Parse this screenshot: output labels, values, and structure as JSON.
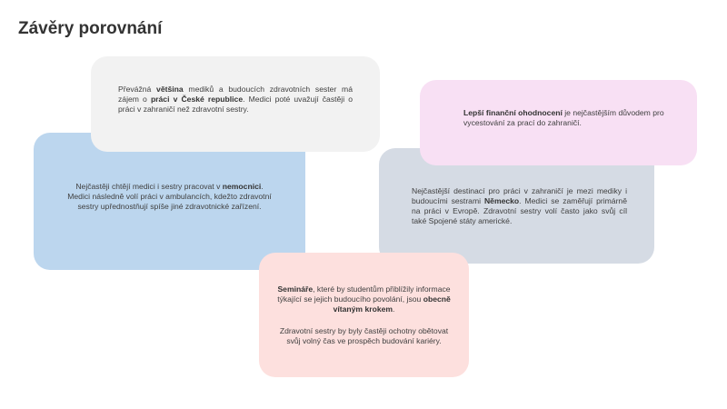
{
  "slide": {
    "title": "Závěry porovnání"
  },
  "cards": {
    "gray": {
      "t1": "Převážná ",
      "b1": "většina",
      "t2": " mediků a budoucích zdravotních sester má zájem o ",
      "b2": "práci v České republice",
      "t3": ". Medici poté uvažují častěji o práci v zahraničí než zdravotní sestry."
    },
    "blue": {
      "t1": "Nejčastěji chtějí medici i sestry pracovat v ",
      "b1": "nemocnici",
      "t2": ". Medici následně volí práci v ambulancích, kdežto zdravotní sestry upřednostňují spíše jiné zdravotnické zařízení."
    },
    "pink": {
      "b1": "Lepší finanční ohodnocení",
      "t1": " je nejčastějším důvodem pro vycestování za prací do zahraničí."
    },
    "slate": {
      "t1": "Nejčastější destinací pro práci v zahraničí je mezi mediky i budoucími sestrami ",
      "b1": "Německo",
      "t2": ". Medici se zaměřují primárně na práci v Evropě. Zdravotní sestry volí často jako svůj cíl také Spojené státy americké."
    },
    "rose": {
      "b1": "Semináře",
      "t1": ", které by studentům přiblížily informace týkající se jejich budoucího povolání, jsou ",
      "b2": "obecně vítaným krokem",
      "t2": ".",
      "p2": "Zdravotní sestry by byly častěji ochotny obětovat svůj volný čas ve prospěch budování kariéry."
    }
  },
  "colors": {
    "blue": "#bcd6ee",
    "gray": "#f2f2f2",
    "pink": "#f8e0f4",
    "slate": "#d5dbe4",
    "rose": "#fde0de"
  }
}
